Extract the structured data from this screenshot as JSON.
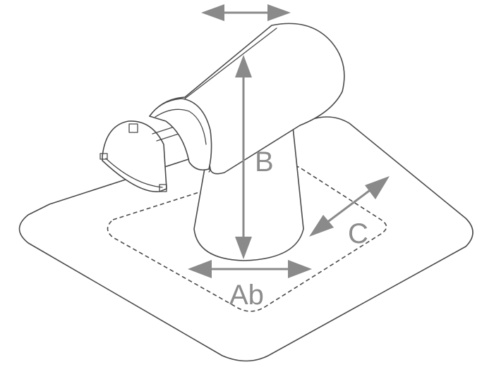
{
  "diagram": {
    "labels": {
      "height": "B",
      "base": "Ab",
      "side": "C"
    },
    "colors": {
      "outline": "#4a4a4a",
      "dimension": "#8a8a8a",
      "background": "#ffffff"
    }
  }
}
